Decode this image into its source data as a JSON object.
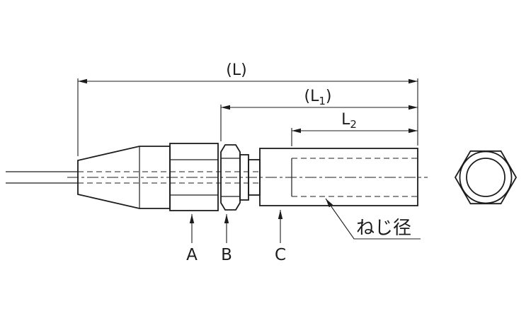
{
  "labels": {
    "dim_l": "(L)",
    "dim_l1_pre": "(L",
    "dim_l1_sub": "1",
    "dim_l1_post": ")",
    "dim_l2_pre": "L",
    "dim_l2_sub": "2",
    "part_a": "A",
    "part_b": "B",
    "part_c": "C",
    "thread_dia": "ねじ径"
  },
  "colors": {
    "line": "#1c1c1c",
    "background": "#ffffff"
  }
}
